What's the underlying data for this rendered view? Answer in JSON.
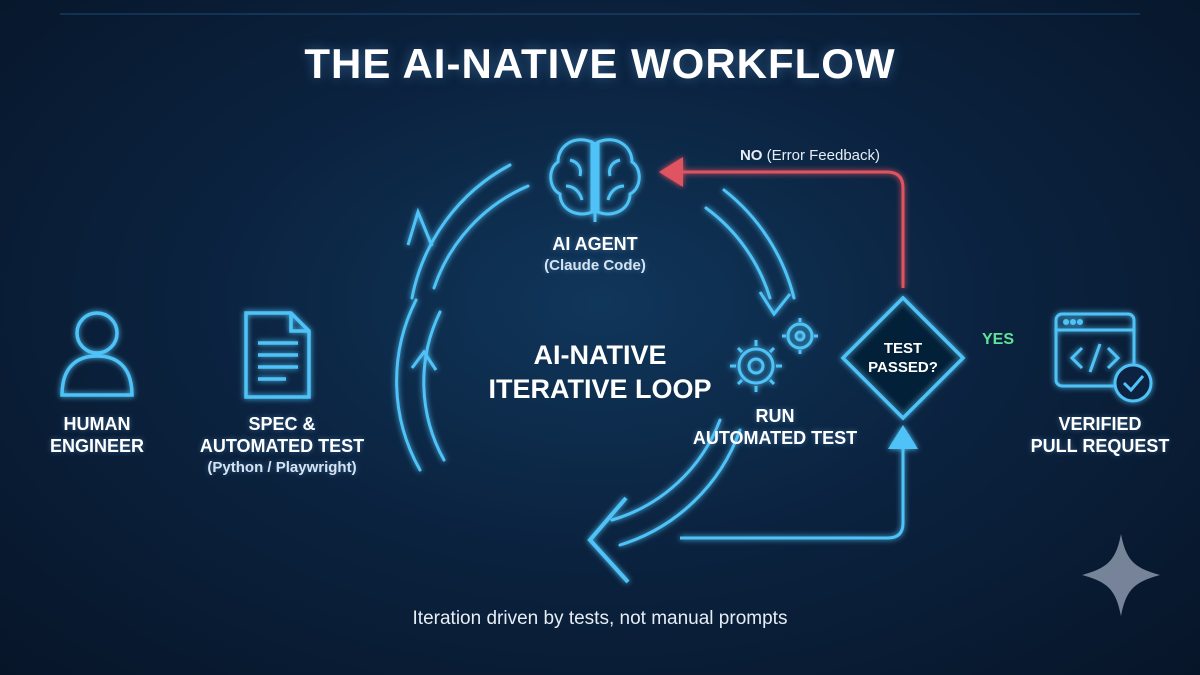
{
  "title": "THE AI-NATIVE WORKFLOW",
  "nodes": {
    "human": {
      "line1": "HUMAN",
      "line2": "ENGINEER"
    },
    "spec": {
      "line1": "SPEC &",
      "line2": "AUTOMATED TEST",
      "sub": "(Python / Playwright)"
    },
    "agent": {
      "line1": "AI AGENT",
      "sub": "(Claude Code)"
    },
    "run_test": {
      "line1": "RUN",
      "line2": "AUTOMATED TEST"
    },
    "decision": {
      "line1": "TEST",
      "line2": "PASSED?"
    },
    "verified": {
      "line1": "VERIFIED",
      "line2": "PULL REQUEST"
    }
  },
  "loop": {
    "line1": "AI-NATIVE",
    "line2": "ITERATIVE LOOP"
  },
  "edges": {
    "yes": "YES",
    "no_bold": "NO",
    "no_rest": " (Error Feedback)"
  },
  "footer": "Iteration driven by tests, not manual prompts",
  "colors": {
    "glow": "#4fc3f7",
    "feedback": "#e05260",
    "success": "#4cd98a",
    "text": "#ffffff"
  },
  "icons": [
    "person-icon",
    "document-icon",
    "brain-icon",
    "gears-icon",
    "diamond-icon",
    "code-window-icon",
    "check-circle-icon",
    "sparkle-icon"
  ]
}
